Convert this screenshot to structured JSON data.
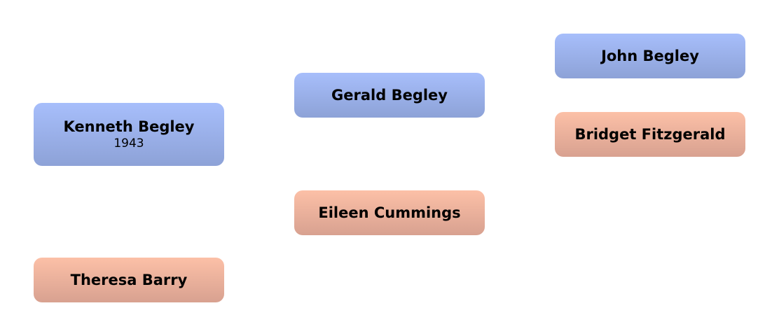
{
  "people": {
    "subject": {
      "name": "Kenneth Begley",
      "year": "1943"
    },
    "mother": {
      "name": "Theresa Barry"
    },
    "father": {
      "name": "Gerald Begley"
    },
    "paternal_grandmother": {
      "name": "Eileen Cummings"
    },
    "paternal_great_grandfather": {
      "name": "John Begley"
    },
    "paternal_great_grandmother": {
      "name": "Bridget Fitzgerald"
    }
  },
  "colors": {
    "male": "#a7befb",
    "female": "#fcc0a7"
  }
}
